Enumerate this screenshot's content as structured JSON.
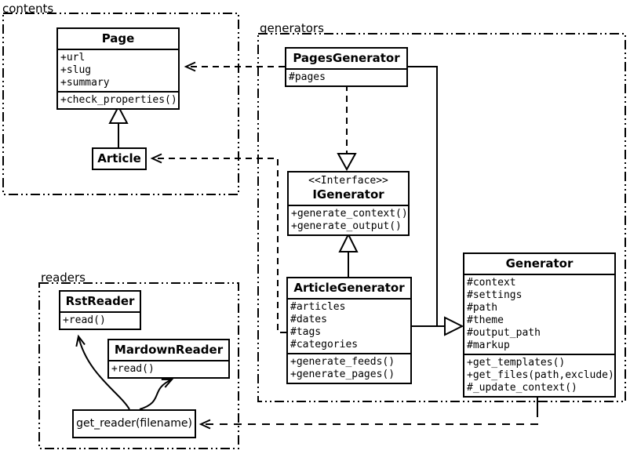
{
  "packages": {
    "contents": {
      "label": "contents"
    },
    "generators": {
      "label": "generators"
    },
    "readers": {
      "label": "readers"
    }
  },
  "classes": {
    "page": {
      "name": "Page",
      "attributes": [
        "+url",
        "+slug",
        "+summary"
      ],
      "methods": [
        "+check_properties()"
      ]
    },
    "article": {
      "name": "Article"
    },
    "pages_generator": {
      "name": "PagesGenerator",
      "attributes": [
        "#pages"
      ]
    },
    "igenerator": {
      "stereotype": "<<Interface>>",
      "name": "IGenerator",
      "methods": [
        "+generate_context()",
        "+generate_output()"
      ]
    },
    "article_generator": {
      "name": "ArticleGenerator",
      "attributes": [
        "#articles",
        "#dates",
        "#tags",
        "#categories"
      ],
      "methods": [
        "+generate_feeds()",
        "+generate_pages()"
      ]
    },
    "generator": {
      "name": "Generator",
      "attributes": [
        "#context",
        "#settings",
        "#path",
        "#theme",
        "#output_path",
        "#markup"
      ],
      "methods": [
        "+get_templates()",
        "+get_files(path,exclude)",
        "#_update_context()"
      ]
    },
    "rst_reader": {
      "name": "RstReader",
      "methods": [
        "+read()"
      ]
    },
    "mardown_reader": {
      "name": "MardownReader",
      "methods": [
        "+read()"
      ]
    },
    "get_reader": {
      "label": "get_reader(filename)"
    }
  },
  "relationships": [
    {
      "type": "generalization",
      "from": "Article",
      "to": "Page"
    },
    {
      "type": "dependency",
      "from": "PagesGenerator",
      "to": "Page"
    },
    {
      "type": "dependency",
      "from": "ArticleGenerator",
      "to": "Article"
    },
    {
      "type": "realization",
      "from": "PagesGenerator",
      "to": "IGenerator"
    },
    {
      "type": "generalization",
      "from": "ArticleGenerator",
      "to": "IGenerator"
    },
    {
      "type": "generalization",
      "from": "PagesGenerator",
      "to": "Generator"
    },
    {
      "type": "generalization",
      "from": "ArticleGenerator",
      "to": "Generator"
    },
    {
      "type": "dependency",
      "from": "Generator",
      "to": "get_reader(filename)"
    },
    {
      "type": "arrow",
      "from": "get_reader(filename)",
      "to": "RstReader"
    },
    {
      "type": "arrow",
      "from": "get_reader(filename)",
      "to": "MardownReader"
    }
  ],
  "colors": {
    "line": "#000000",
    "background": "#ffffff"
  }
}
